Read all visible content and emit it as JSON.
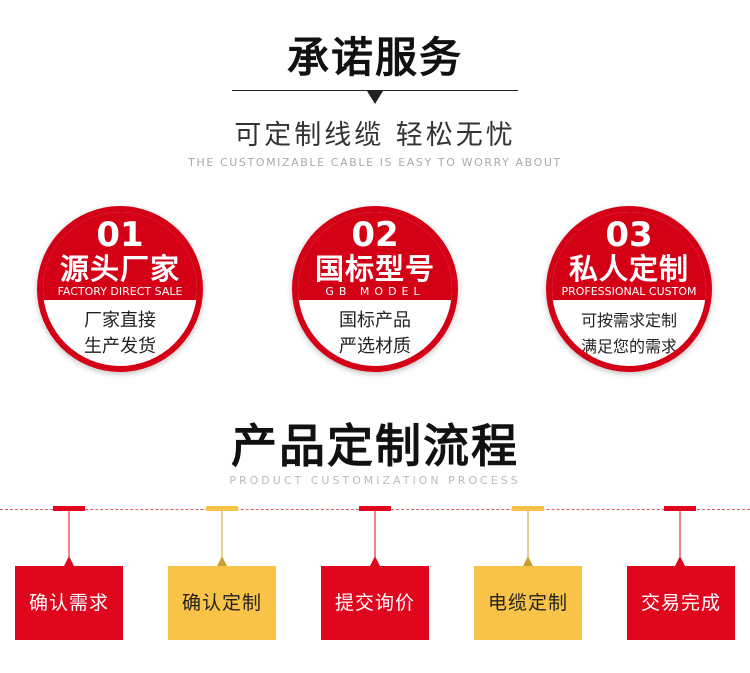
{
  "section1": {
    "title": "承诺服务",
    "subtitle": "可定制线缆 轻松无忧",
    "subtitle_en": "THE CUSTOMIZABLE CABLE IS EASY TO WORRY ABOUT"
  },
  "features": [
    {
      "num": "01",
      "title": "源头厂家",
      "en": "FACTORY DIRECT SALE",
      "line1": "厂家直接",
      "line2": "生产发货"
    },
    {
      "num": "02",
      "title": "国标型号",
      "en": "GB MODEL",
      "line1": "国标产品",
      "line2": "严选材质"
    },
    {
      "num": "03",
      "title": "私人定制",
      "en": "PROFESSIONAL CUSTOM",
      "line1": "可按需求定制",
      "line2": "满足您的需求"
    }
  ],
  "section2": {
    "title": "产品定制流程",
    "subtitle_en": "PRODUCT CUSTOMIZATION PROCESS"
  },
  "steps": [
    {
      "label": "确认需求"
    },
    {
      "label": "确认定制"
    },
    {
      "label": "提交询价"
    },
    {
      "label": "电缆定制"
    },
    {
      "label": "交易完成"
    }
  ],
  "colors": {
    "red": "#e0061e",
    "yellow": "#f8c346"
  }
}
